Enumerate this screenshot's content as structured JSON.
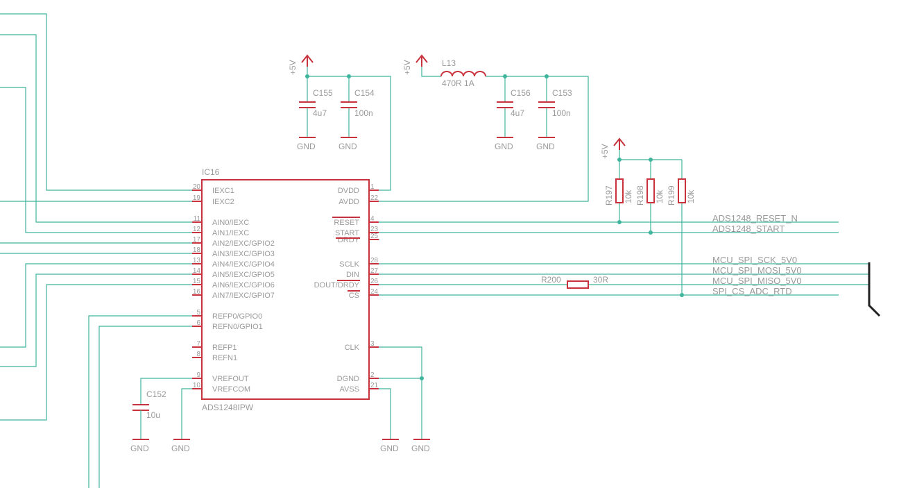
{
  "ic": {
    "ref": "IC16",
    "value": "ADS1248IPW",
    "left_pins": [
      {
        "num": "20",
        "name": "IEXC1"
      },
      {
        "num": "19",
        "name": "IEXC2"
      },
      {
        "num": "11",
        "name": "AIN0/IEXC"
      },
      {
        "num": "12",
        "name": "AIN1/IEXC"
      },
      {
        "num": "17",
        "name": "AIN2/IEXC/GPIO2"
      },
      {
        "num": "18",
        "name": "AIN3/IEXC/GPIO3"
      },
      {
        "num": "13",
        "name": "AIN4/IEXC/GPIO4"
      },
      {
        "num": "14",
        "name": "AIN5/IEXC/GPIO5"
      },
      {
        "num": "15",
        "name": "AIN6/IEXC/GPIO6"
      },
      {
        "num": "16",
        "name": "AIN7/IEXC/GPIO7"
      },
      {
        "num": "5",
        "name": "REFP0/GPIO0"
      },
      {
        "num": "6",
        "name": "REFN0/GPIO1"
      },
      {
        "num": "7",
        "name": "REFP1"
      },
      {
        "num": "8",
        "name": "REFN1"
      },
      {
        "num": "9",
        "name": "VREFOUT"
      },
      {
        "num": "10",
        "name": "VREFCOM"
      }
    ],
    "right_pins": [
      {
        "num": "1",
        "name": "DVDD"
      },
      {
        "num": "22",
        "name": "AVDD"
      },
      {
        "num": "4",
        "name": "RESET"
      },
      {
        "num": "23",
        "name": "START"
      },
      {
        "num": "25",
        "name": "DRDY"
      },
      {
        "num": "28",
        "name": "SCLK"
      },
      {
        "num": "27",
        "name": "DIN"
      },
      {
        "num": "26",
        "name": "DOUT/DRDY"
      },
      {
        "num": "24",
        "name": "CS"
      },
      {
        "num": "3",
        "name": "CLK"
      },
      {
        "num": "2",
        "name": "DGND"
      },
      {
        "num": "21",
        "name": "AVSS"
      }
    ]
  },
  "capacitors": [
    {
      "ref": "C155",
      "value": "4u7"
    },
    {
      "ref": "C154",
      "value": "100n"
    },
    {
      "ref": "C156",
      "value": "4u7"
    },
    {
      "ref": "C153",
      "value": "100n"
    },
    {
      "ref": "C152",
      "value": "10u"
    }
  ],
  "inductor": {
    "ref": "L13",
    "value": "470R 1A"
  },
  "resistors": [
    {
      "ref": "R197",
      "value": "10k"
    },
    {
      "ref": "R198",
      "value": "10k"
    },
    {
      "ref": "R199",
      "value": "10k"
    },
    {
      "ref": "R200",
      "value": "30R"
    }
  ],
  "supply_label": "+5V",
  "ground_label": "GND",
  "net_labels": [
    "ADS1248_RESET_N",
    "ADS1248_START",
    "MCU_SPI_SCK_5V0",
    "MCU_SPI_MOSI_5V0",
    "MCU_SPI_MISO_5V0",
    "SPI_CS_ADC_RTD"
  ],
  "colors": {
    "wire": "#3fb59d",
    "part": "#c8323c",
    "text": "#9a9a9a",
    "bus": "#222222"
  }
}
